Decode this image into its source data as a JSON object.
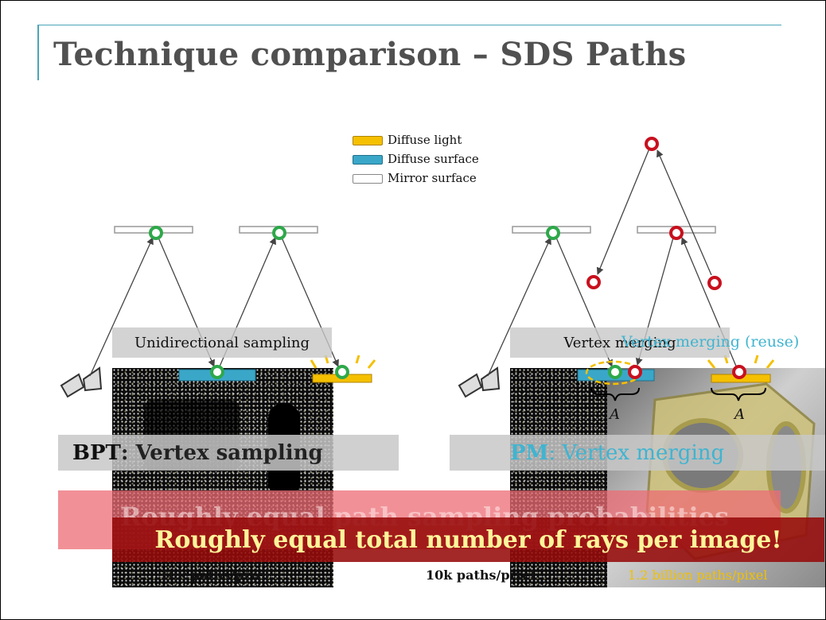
{
  "title": "Technique comparison – SDS Paths",
  "legend": [
    {
      "label": "Diffuse light",
      "color": "#f5c000"
    },
    {
      "label": "Diffuse surface",
      "color": "#3aa7c9"
    },
    {
      "label": "Mirror surface",
      "color": "#ffffff"
    }
  ],
  "left_panel": {
    "caption": "Unidirectional sampling",
    "technique_abbr": "BPT",
    "technique_name": ": Vertex sampling",
    "paths": "10k paths/pixel"
  },
  "right_panel": {
    "caption_left": "Vertex merging",
    "caption_right": "Vertex merging (reuse)",
    "technique_abbr": "PM",
    "technique_name": ": Vertex merging",
    "paths_left": "10k paths/pixel",
    "paths_right": "1.2 billion paths/pixel",
    "area_label": "A"
  },
  "banner_faded": "Roughly equal path sampling probabilities",
  "banner_main": "Roughly equal total number of rays per image!",
  "colors": {
    "title": "#505050",
    "accent": "#4aa6b8",
    "camera_vertex": "#2ea84a",
    "light_vertex": "#c8101e",
    "merge_ellipse": "#f5c000",
    "banner_text": "#fff59a",
    "vertex_merging_text": "#40b4d0"
  }
}
